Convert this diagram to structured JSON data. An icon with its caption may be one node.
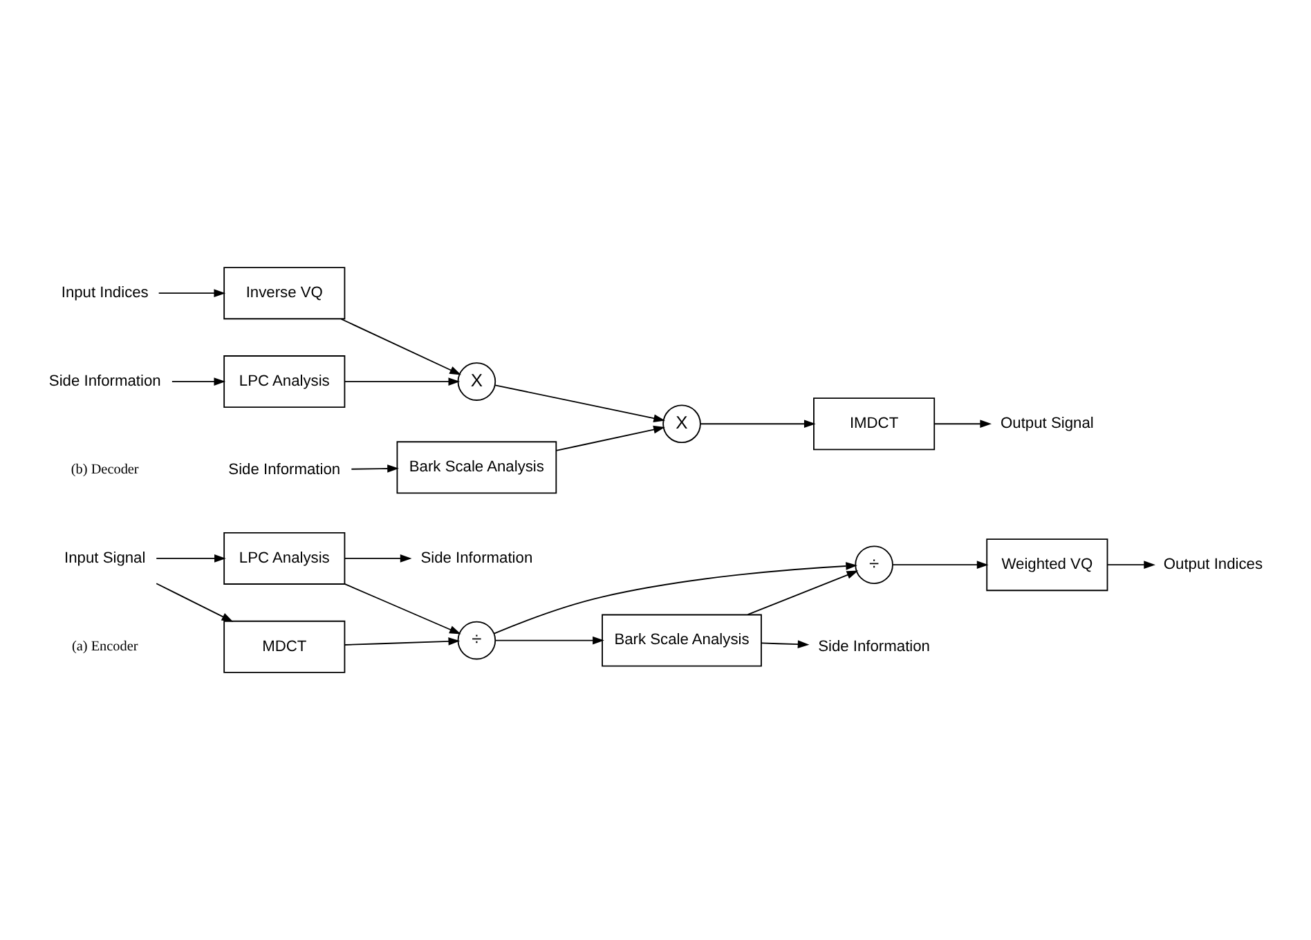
{
  "diagram": {
    "nodes": [
      {
        "text": [
          "Input Signal"
        ]
      },
      {
        "text": [
          "MDCT"
        ]
      },
      {
        "text": [
          "÷"
        ]
      },
      {
        "text": [
          "LPC Analysis"
        ]
      },
      {
        "text": [
          "Side Information"
        ]
      },
      {
        "text": [
          "Bark Scale Analysis"
        ]
      },
      {
        "text": [
          "÷"
        ]
      },
      {
        "text": [
          "Side Information"
        ]
      },
      {
        "text": [
          "Weighted VQ"
        ]
      },
      {
        "text": [
          "Output Indices"
        ]
      },
      {
        "text": [
          "Input Indices"
        ]
      },
      {
        "text": [
          "Inverse VQ"
        ]
      },
      {
        "text": [
          "X"
        ]
      },
      {
        "text": [
          "LPC Analysis"
        ]
      },
      {
        "text": [
          "Side Information"
        ]
      },
      {
        "text": [
          "Bark Scale Analysis"
        ]
      },
      {
        "text": [
          "X"
        ]
      },
      {
        "text": [
          "Side Information"
        ]
      },
      {
        "text": [
          "IMDCT"
        ]
      },
      {
        "text": [
          "Output Signal"
        ]
      }
    ],
    "edges": [
      {
        "from": 0,
        "to": 1,
        "arrow": "to"
      },
      {
        "from": 0,
        "to": 3,
        "arrow": "to"
      },
      {
        "from": 1,
        "to": 2,
        "arrow": "to"
      },
      {
        "from": 3,
        "to": 2,
        "arrow": "to"
      },
      {
        "from": 3,
        "to": 4,
        "arrow": "to"
      },
      {
        "from": 2,
        "to": 6,
        "arrow": "to"
      },
      {
        "from": 2,
        "to": 5,
        "arrow": "to"
      },
      {
        "from": 5,
        "to": 6,
        "arrow": "to"
      },
      {
        "from": 5,
        "to": 7,
        "arrow": "to"
      },
      {
        "from": 6,
        "to": 8,
        "arrow": "to"
      },
      {
        "from": 8,
        "to": 9,
        "arrow": "to"
      },
      {
        "from": 10,
        "to": 11,
        "arrow": "to"
      },
      {
        "from": 11,
        "to": 12,
        "arrow": "to"
      },
      {
        "from": 13,
        "to": 12,
        "arrow": "to"
      },
      {
        "from": 14,
        "to": 13,
        "arrow": "to"
      },
      {
        "from": 12,
        "to": 16,
        "arrow": "to"
      },
      {
        "from": 15,
        "to": 16,
        "arrow": "to"
      },
      {
        "from": 17,
        "to": 15,
        "arrow": "to"
      },
      {
        "from": 16,
        "to": 18,
        "arrow": "to"
      },
      {
        "from": 18,
        "to": 19,
        "arrow": "to"
      }
    ],
    "labels": [
      "(a) Encoder",
      "(b) Decoder"
    ]
  }
}
